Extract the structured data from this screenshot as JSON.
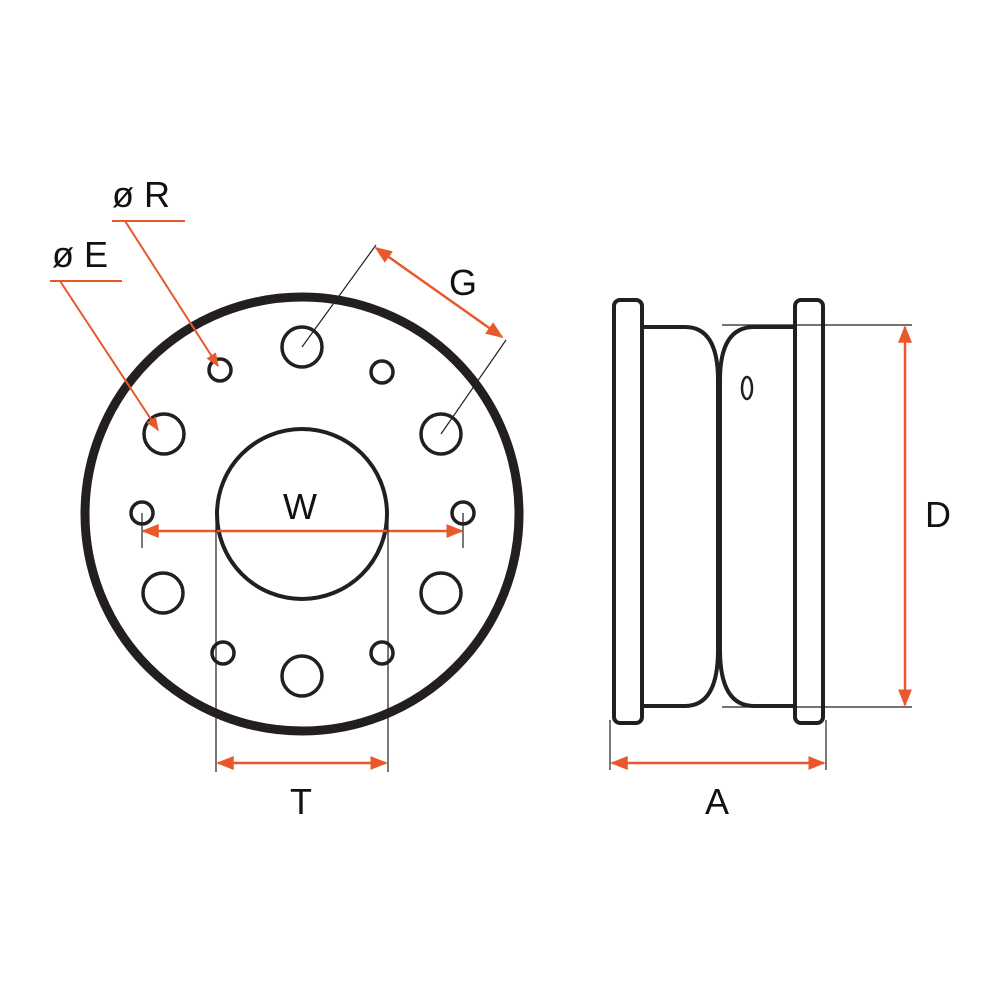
{
  "labels": {
    "bolt_hole_diameter": "ø R",
    "stud_hole_diameter": "ø E",
    "hole_spacing": "G",
    "hole_span": "W",
    "center_bore": "T",
    "diameter": "D",
    "width": "A"
  },
  "colors": {
    "outline": "#231f20",
    "dimension": "#e8582a",
    "leader": "#231f20",
    "background": "#ffffff"
  }
}
